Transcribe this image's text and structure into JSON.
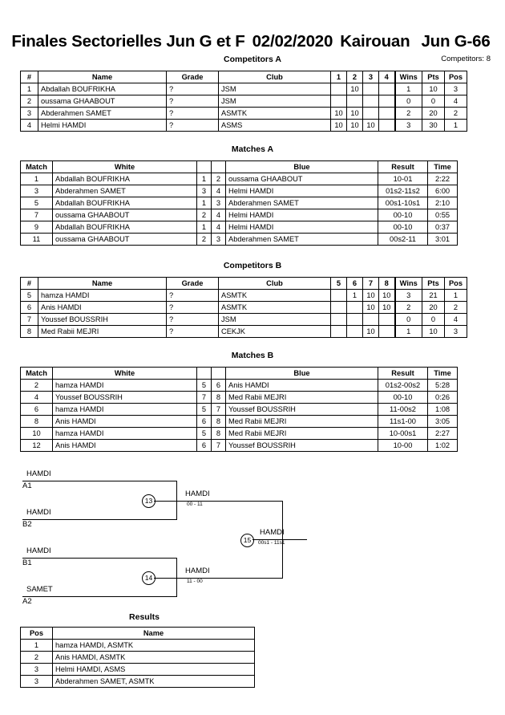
{
  "header": {
    "title_parts": [
      "Finales Sectorielles Jun G et F",
      "02/02/2020",
      "Kairouan",
      "Jun G-66"
    ],
    "title_full": "Finales Sectorielles Jun G et F  02/02/2020  Kairouan   Jun G-66",
    "competitors_count": "Competitors: 8"
  },
  "sections": {
    "competitors_a": "Competitors A",
    "matches_a": "Matches A",
    "competitors_b": "Competitors B",
    "matches_b": "Matches B",
    "results": "Results"
  },
  "competitors_a": {
    "headers": [
      "#",
      "Name",
      "Grade",
      "Club",
      "1",
      "2",
      "3",
      "4",
      "Wins",
      "Pts",
      "Pos"
    ],
    "rows": [
      {
        "num": "1",
        "name": "Abdallah BOUFRIKHA",
        "grade": "?",
        "club": "JSM",
        "s1": "",
        "s2": "10",
        "s3": "",
        "s4": "",
        "wins": "1",
        "pts": "10",
        "pos": "3"
      },
      {
        "num": "2",
        "name": "oussama GHAABOUT",
        "grade": "?",
        "club": "JSM",
        "s1": "",
        "s2": "",
        "s3": "",
        "s4": "",
        "wins": "0",
        "pts": "0",
        "pos": "4"
      },
      {
        "num": "3",
        "name": "Abderahmen SAMET",
        "grade": "?",
        "club": "ASMTK",
        "s1": "10",
        "s2": "10",
        "s3": "",
        "s4": "",
        "wins": "2",
        "pts": "20",
        "pos": "2"
      },
      {
        "num": "4",
        "name": "Helmi HAMDI",
        "grade": "?",
        "club": "ASMS",
        "s1": "10",
        "s2": "10",
        "s3": "10",
        "s4": "",
        "wins": "3",
        "pts": "30",
        "pos": "1"
      }
    ]
  },
  "matches_a": {
    "headers": [
      "Match",
      "White",
      "",
      "",
      "Blue",
      "Result",
      "Time"
    ],
    "rows": [
      {
        "match": "1",
        "white": "Abdallah BOUFRIKHA",
        "ws": "1",
        "bs": "2",
        "blue": "oussama GHAABOUT",
        "result": "10-01",
        "time": "2:22"
      },
      {
        "match": "3",
        "white": "Abderahmen SAMET",
        "ws": "3",
        "bs": "4",
        "blue": "Helmi HAMDI",
        "result": "01s2-11s2",
        "time": "6:00"
      },
      {
        "match": "5",
        "white": "Abdallah BOUFRIKHA",
        "ws": "1",
        "bs": "3",
        "blue": "Abderahmen SAMET",
        "result": "00s1-10s1",
        "time": "2:10"
      },
      {
        "match": "7",
        "white": "oussama GHAABOUT",
        "ws": "2",
        "bs": "4",
        "blue": "Helmi HAMDI",
        "result": "00-10",
        "time": "0:55"
      },
      {
        "match": "9",
        "white": "Abdallah BOUFRIKHA",
        "ws": "1",
        "bs": "4",
        "blue": "Helmi HAMDI",
        "result": "00-10",
        "time": "0:37"
      },
      {
        "match": "11",
        "white": "oussama GHAABOUT",
        "ws": "2",
        "bs": "3",
        "blue": "Abderahmen SAMET",
        "result": "00s2-11",
        "time": "3:01"
      }
    ]
  },
  "competitors_b": {
    "headers": [
      "#",
      "Name",
      "Grade",
      "Club",
      "5",
      "6",
      "7",
      "8",
      "Wins",
      "Pts",
      "Pos"
    ],
    "rows": [
      {
        "num": "5",
        "name": "hamza HAMDI",
        "grade": "?",
        "club": "ASMTK",
        "s1": "",
        "s2": "1",
        "s3": "10",
        "s4": "10",
        "wins": "3",
        "pts": "21",
        "pos": "1"
      },
      {
        "num": "6",
        "name": "Anis HAMDI",
        "grade": "?",
        "club": "ASMTK",
        "s1": "",
        "s2": "",
        "s3": "10",
        "s4": "10",
        "wins": "2",
        "pts": "20",
        "pos": "2"
      },
      {
        "num": "7",
        "name": "Youssef BOUSSRIH",
        "grade": "?",
        "club": "JSM",
        "s1": "",
        "s2": "",
        "s3": "",
        "s4": "",
        "wins": "0",
        "pts": "0",
        "pos": "4"
      },
      {
        "num": "8",
        "name": "Med Rabii MEJRI",
        "grade": "?",
        "club": "CEKJK",
        "s1": "",
        "s2": "",
        "s3": "10",
        "s4": "",
        "wins": "1",
        "pts": "10",
        "pos": "3"
      }
    ]
  },
  "matches_b": {
    "headers": [
      "Match",
      "White",
      "",
      "",
      "Blue",
      "Result",
      "Time"
    ],
    "rows": [
      {
        "match": "2",
        "white": "hamza HAMDI",
        "ws": "5",
        "bs": "6",
        "blue": "Anis HAMDI",
        "result": "01s2-00s2",
        "time": "5:28"
      },
      {
        "match": "4",
        "white": "Youssef BOUSSRIH",
        "ws": "7",
        "bs": "8",
        "blue": "Med Rabii MEJRI",
        "result": "00-10",
        "time": "0:26"
      },
      {
        "match": "6",
        "white": "hamza HAMDI",
        "ws": "5",
        "bs": "7",
        "blue": "Youssef BOUSSRIH",
        "result": "11-00s2",
        "time": "1:08"
      },
      {
        "match": "8",
        "white": "Anis HAMDI",
        "ws": "6",
        "bs": "8",
        "blue": "Med Rabii MEJRI",
        "result": "11s1-00",
        "time": "3:05"
      },
      {
        "match": "10",
        "white": "hamza HAMDI",
        "ws": "5",
        "bs": "8",
        "blue": "Med Rabii MEJRI",
        "result": "10-00s1",
        "time": "2:27"
      },
      {
        "match": "12",
        "white": "Anis HAMDI",
        "ws": "6",
        "bs": "7",
        "blue": "Youssef BOUSSRIH",
        "result": "10-00",
        "time": "1:02"
      }
    ]
  },
  "bracket": {
    "entries": [
      {
        "name": "HAMDI",
        "seed": "A1"
      },
      {
        "name": "HAMDI",
        "seed": "B2"
      },
      {
        "name": "HAMDI",
        "seed": "B1"
      },
      {
        "name": "SAMET",
        "seed": "A2"
      }
    ],
    "semifinals": [
      {
        "node": "13",
        "winner": "HAMDI",
        "score": "00 - 11"
      },
      {
        "node": "14",
        "winner": "HAMDI",
        "score": "11 - 00"
      }
    ],
    "final": {
      "node": "15",
      "winner": "HAMDI",
      "score": "00s1 - 11s1"
    }
  },
  "results": {
    "headers": [
      "Pos",
      "Name"
    ],
    "rows": [
      {
        "pos": "1",
        "name": "hamza HAMDI, ASMTK"
      },
      {
        "pos": "2",
        "name": "Anis HAMDI, ASMTK"
      },
      {
        "pos": "3",
        "name": "Helmi HAMDI, ASMS"
      },
      {
        "pos": "3",
        "name": "Abderahmen SAMET, ASMTK"
      }
    ]
  }
}
